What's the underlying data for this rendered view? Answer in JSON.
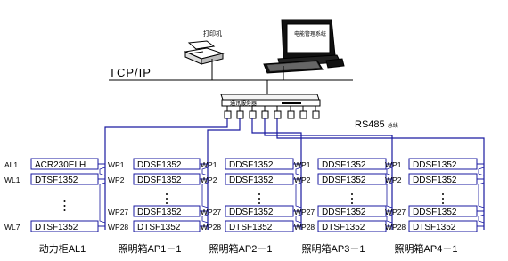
{
  "network": {
    "printer_label": "打印机",
    "computer_label": "电能管理系统",
    "bus_label": "TCP/IP",
    "server_label": "通讯服务器",
    "rs485_label": "RS485",
    "rs485_suffix": "总线"
  },
  "panels": [
    {
      "footer": "动力柜AL1",
      "rows": [
        {
          "tag": "AL1",
          "device": "ACR230ELH"
        },
        {
          "tag": "WL1",
          "device": "DTSF1352"
        },
        {
          "tag": "WL7",
          "device": "DTSF1352"
        }
      ]
    },
    {
      "footer": "照明箱AP1－1",
      "rows": [
        {
          "tag": "WP1",
          "device": "DDSF1352"
        },
        {
          "tag": "WP2",
          "device": "DDSF1352"
        },
        {
          "tag": "WP27",
          "device": "DDSF1352"
        },
        {
          "tag": "WP28",
          "device": "DTSF1352"
        }
      ]
    },
    {
      "footer": "照明箱AP2－1",
      "rows": [
        {
          "tag": "WP1",
          "device": "DDSF1352"
        },
        {
          "tag": "WP2",
          "device": "DDSF1352"
        },
        {
          "tag": "WP27",
          "device": "DDSF1352"
        },
        {
          "tag": "WP28",
          "device": "DTSF1352"
        }
      ]
    },
    {
      "footer": "照明箱AP3－1",
      "rows": [
        {
          "tag": "WP1",
          "device": "DDSF1352"
        },
        {
          "tag": "WP2",
          "device": "DDSF1352"
        },
        {
          "tag": "WP27",
          "device": "DDSF1352"
        },
        {
          "tag": "WP28",
          "device": "DTSF1352"
        }
      ]
    },
    {
      "footer": "照明箱AP4－1",
      "rows": [
        {
          "tag": "WP1",
          "device": "DDSF1352"
        },
        {
          "tag": "WP2",
          "device": "DDSF1352"
        },
        {
          "tag": "WP27",
          "device": "DDSF1352"
        },
        {
          "tag": "WP28",
          "device": "DTSF1352"
        }
      ]
    }
  ],
  "colors": {
    "bus_line": "#1a1aa0",
    "network_line": "#000000"
  }
}
